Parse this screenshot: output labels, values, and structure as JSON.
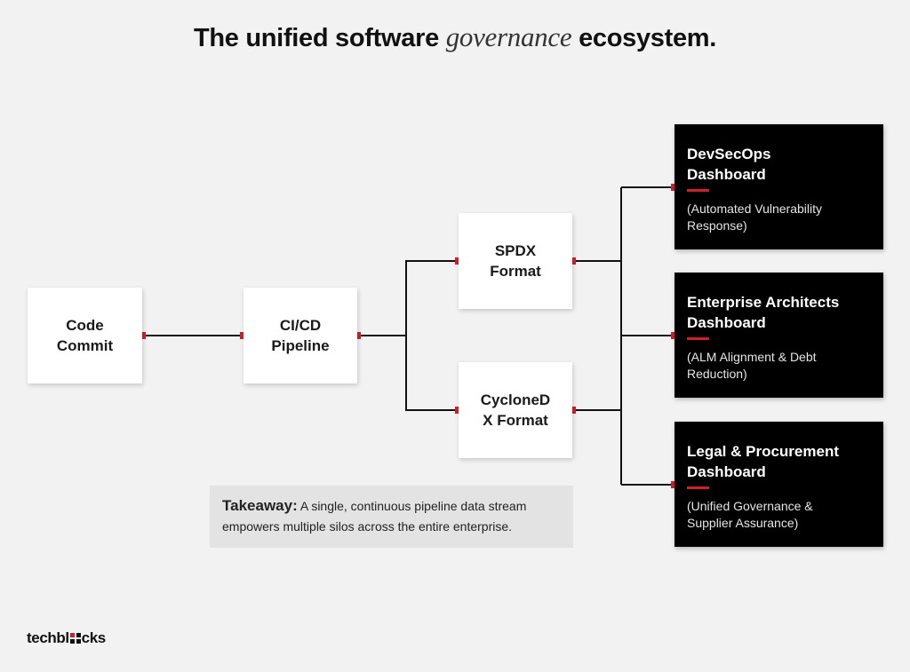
{
  "title": {
    "prefix": "The unified software",
    "emphasis": "governance",
    "suffix": "ecosystem."
  },
  "nodes": {
    "code_commit": {
      "line1": "Code",
      "line2": "Commit"
    },
    "cicd": {
      "line1": "CI/CD",
      "line2": "Pipeline"
    },
    "spdx": {
      "line1": "SPDX",
      "line2": "Format"
    },
    "cyclonedx": {
      "line1": "CycloneD",
      "line2": "X Format"
    }
  },
  "dashboards": [
    {
      "title1": "DevSecOps",
      "title2": "Dashboard",
      "sub1": "(Automated Vulnerability",
      "sub2": "Response)"
    },
    {
      "title1": "Enterprise Architects",
      "title2": "Dashboard",
      "sub1": "(ALM Alignment & Debt",
      "sub2": "Reduction)"
    },
    {
      "title1": "Legal & Procurement",
      "title2": "Dashboard",
      "sub1": "(Unified Governance &",
      "sub2": "Supplier Assurance)"
    }
  ],
  "takeaway": {
    "label": "Takeaway:",
    "text": "A single, continuous pipeline data stream empowers multiple silos across the entire enterprise."
  },
  "logo": {
    "part1": "techbl",
    "part2": "cks"
  },
  "colors": {
    "accent": "#d11f2a",
    "background": "#f2f2f2",
    "dark_box": "#000000"
  }
}
